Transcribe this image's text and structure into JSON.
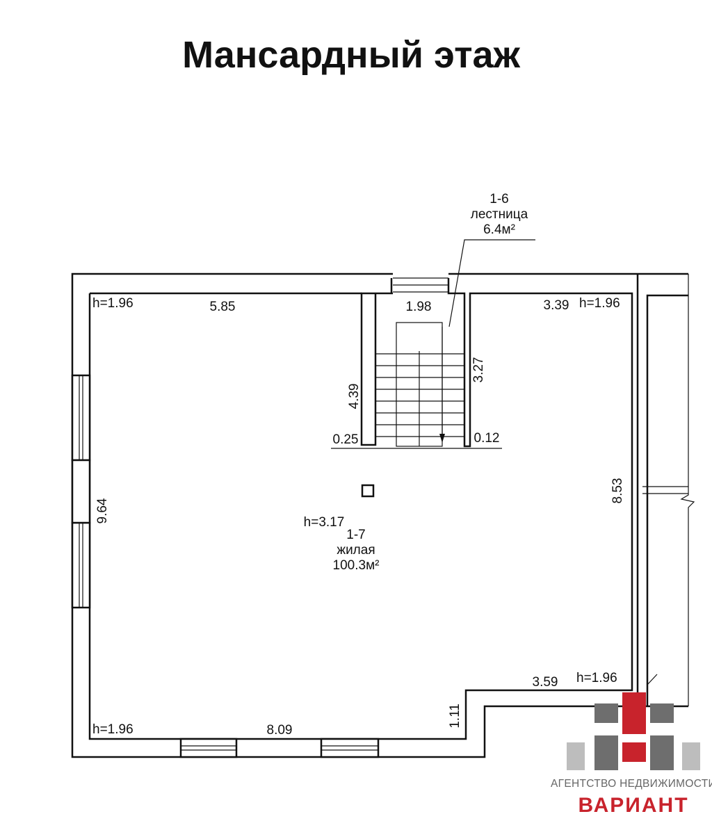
{
  "title": "Мансардный этаж",
  "rooms": [
    {
      "id": "1-6",
      "name": "лестница",
      "area": "6.4м²"
    },
    {
      "id": "1-7",
      "name": "жилая",
      "area": "100.3м²",
      "height": "h=3.17"
    }
  ],
  "dimensions": {
    "top_left": "5.85",
    "stair_width": "1.98",
    "top_right": "3.39",
    "stair_left_wall": "4.39",
    "stair_right_wall": "3.27",
    "stair_left_offset": "0.25",
    "stair_right_offset": "0.12",
    "left_wall": "9.64",
    "right_wall": "8.53",
    "lower_right": "3.59",
    "bottom": "8.09",
    "step": "1.11"
  },
  "heights": {
    "top_left": "h=1.96",
    "top_right": "h=1.96",
    "lower_right": "h=1.96",
    "bottom_left": "h=1.96"
  },
  "logo": {
    "caption": "АГЕНТСТВО НЕДВИЖИМОСТИ",
    "brand": "ВАРИАНТ",
    "colors": {
      "gray": "#6e6e6e",
      "light_gray": "#bdbdbd",
      "red": "#c8232c"
    }
  }
}
